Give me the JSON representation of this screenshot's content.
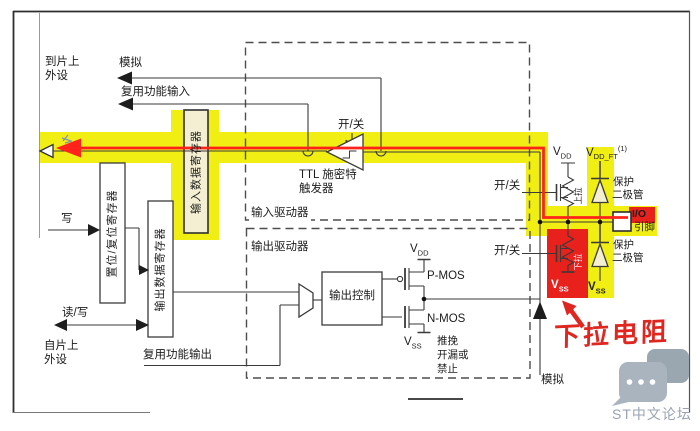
{
  "colors": {
    "highlight_yellow": "#f0ee12",
    "highlight_red": "#e8211d",
    "trace_red": "#ff231b",
    "register_cream": "#f4efd2",
    "annotation_red": "#e02620",
    "watermark_gray": "#a9b4be"
  },
  "labels": {
    "to_chip_l1": "到片上",
    "to_chip_l2": "外设",
    "analog": "模拟",
    "af_input": "复用功能输入",
    "write": "写",
    "read_write": "读/写",
    "from_chip_l1": "自片上",
    "from_chip_l2": "外设",
    "af_output": "复用功能输出",
    "on_off": "开/关",
    "input_driver": "输入驱动器",
    "output_driver": "输出驱动器",
    "schmitt_l1": "TTL 施密特",
    "schmitt_l2": "触发器",
    "output_control": "输出控制",
    "pmos": "P-MOS",
    "nmos": "N-MOS",
    "mode_l1": "推挽",
    "mode_l2": "开漏或",
    "mode_l3": "禁止",
    "pull_up": "上拉",
    "pull_down": "下拉",
    "protect_l1": "保护",
    "protect_l2": "二极管",
    "io": "I/O",
    "pin": "引脚",
    "analog_bottom": "模拟"
  },
  "registers": {
    "input": "输入数据寄存器",
    "set_reset": "置位/复位寄存器",
    "output": "输出数据寄存器"
  },
  "power": {
    "vdd": {
      "base": "V",
      "sub": "DD"
    },
    "vss": {
      "base": "V",
      "sub": "SS"
    },
    "vdd_ft": {
      "base": "V",
      "sub": "DD_FT",
      "sup": "(1)"
    }
  },
  "annotation": {
    "pulldown_resistor": "下拉电阻"
  },
  "watermark": {
    "site": "ST中文论坛"
  }
}
